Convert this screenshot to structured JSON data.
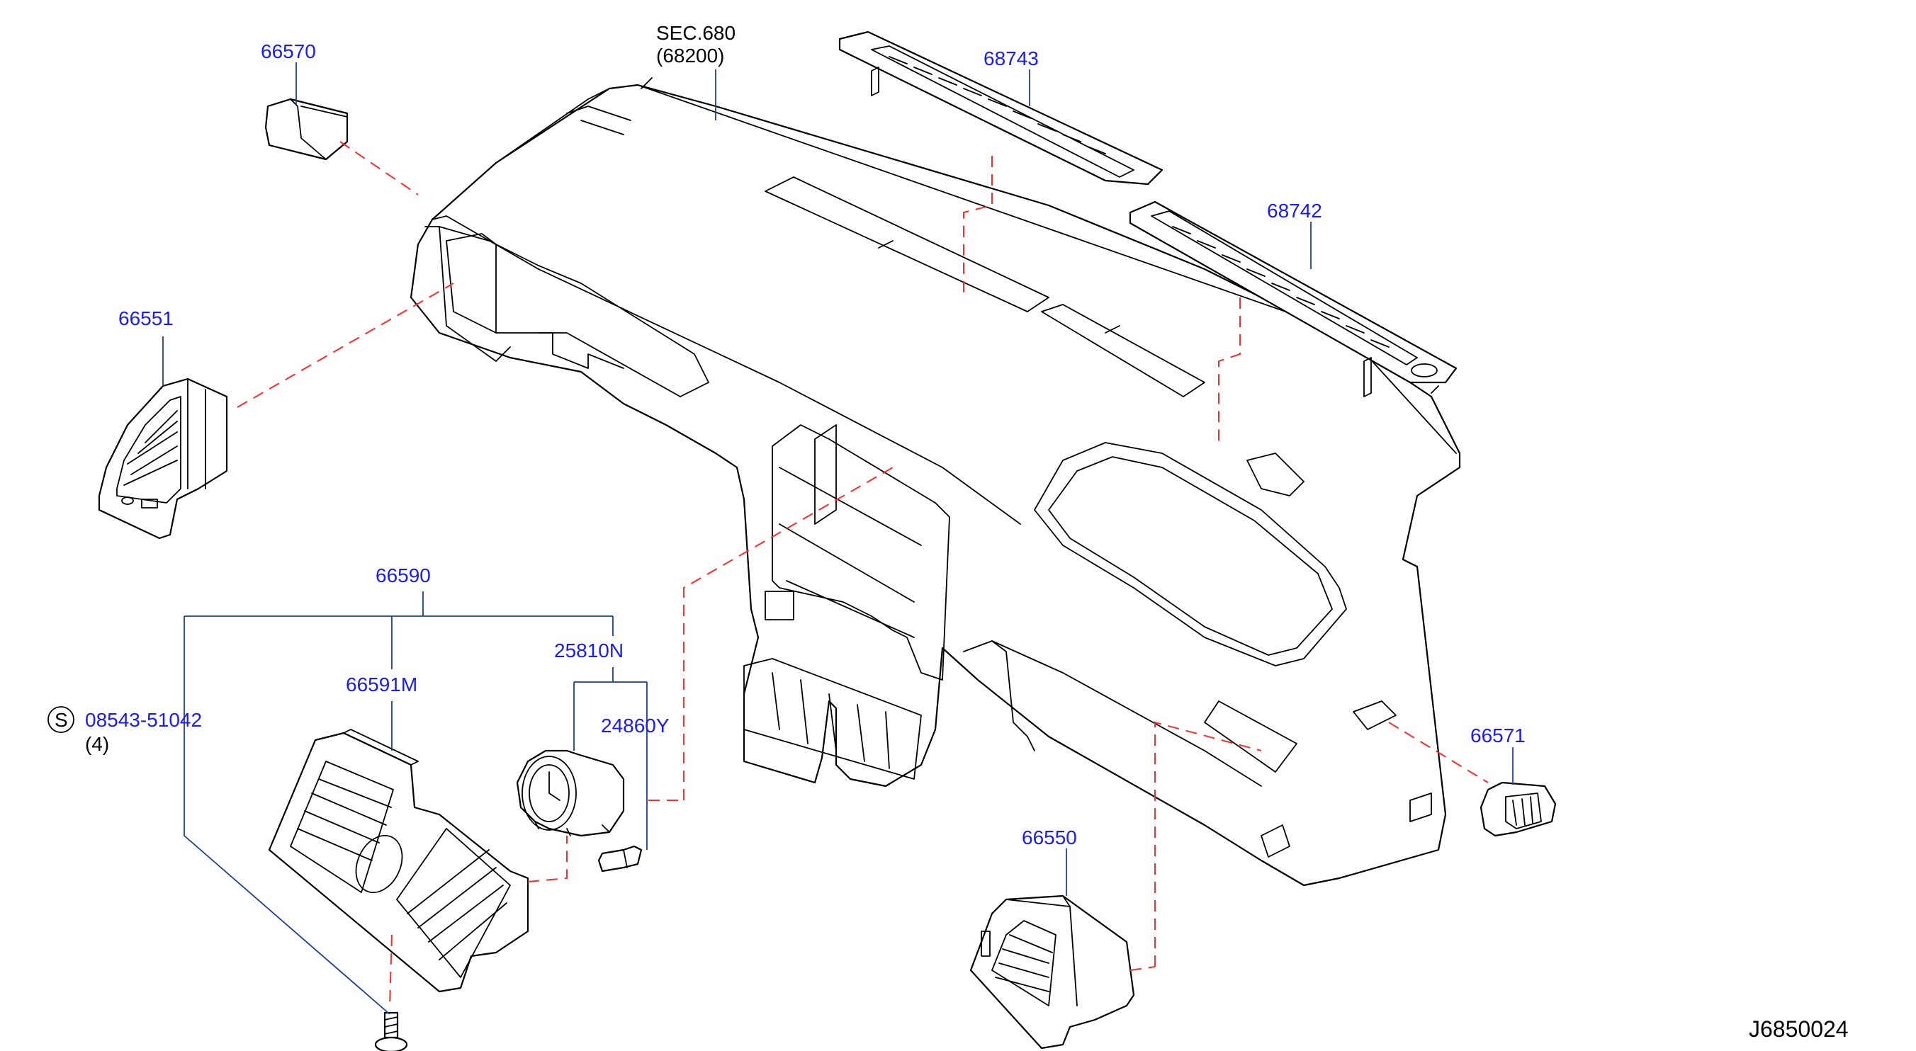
{
  "colors": {
    "part_label": "#1a1aff",
    "ref_label": "#000000",
    "leader": "#1f3f8f",
    "dash": "#ff2a2a"
  },
  "labels": {
    "sec_line1": "SEC.680",
    "sec_line2": "(68200)",
    "p66570": "66570",
    "p68743": "68743",
    "p68742": "68742",
    "p66551": "66551",
    "p66590": "66590",
    "p25810N": "25810N",
    "p66591M": "66591M",
    "p24860Y": "24860Y",
    "p08543": "08543-51042",
    "qty": "(4)",
    "s_symbol": "S",
    "p66571": "66571",
    "p66550": "66550",
    "diagram_id": "J6850024"
  }
}
